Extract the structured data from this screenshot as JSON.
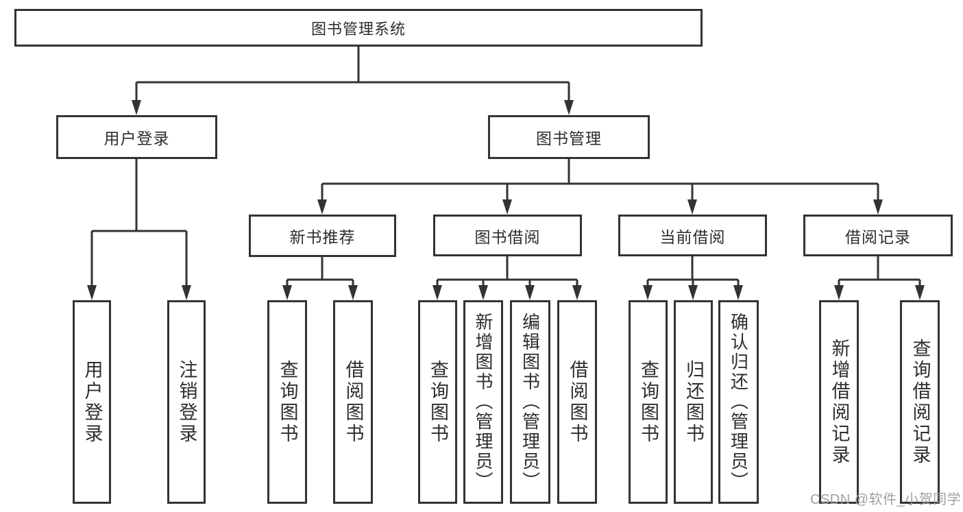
{
  "colors": {
    "line": "#333333",
    "node_border": "#333333",
    "node_fill": "#ffffff",
    "text": "#2d2d2d",
    "watermark": "#a0a0a0"
  },
  "watermark": {
    "text": "CSDN @软件_小贺同学"
  },
  "tree": {
    "root": {
      "label": "图书管理系统"
    },
    "user_login": {
      "label": "用户登录",
      "children": [
        "用户登录",
        "注销登录"
      ]
    },
    "book_management": {
      "label": "图书管理",
      "sections": {
        "new_book_recommend": {
          "label": "新书推荐",
          "children": [
            "查询图书",
            "借阅图书"
          ]
        },
        "book_borrow": {
          "label": "图书借阅",
          "children": [
            "查询图书",
            "新增图书（管理员）",
            "编辑图书（管理员）",
            "借阅图书"
          ]
        },
        "current_borrow": {
          "label": "当前借阅",
          "children": [
            "查询图书",
            "归还图书",
            "确认归还（管理员）"
          ]
        },
        "borrow_records": {
          "label": "借阅记录",
          "children": [
            "新增借阅记录",
            "查询借阅记录"
          ]
        }
      }
    }
  }
}
